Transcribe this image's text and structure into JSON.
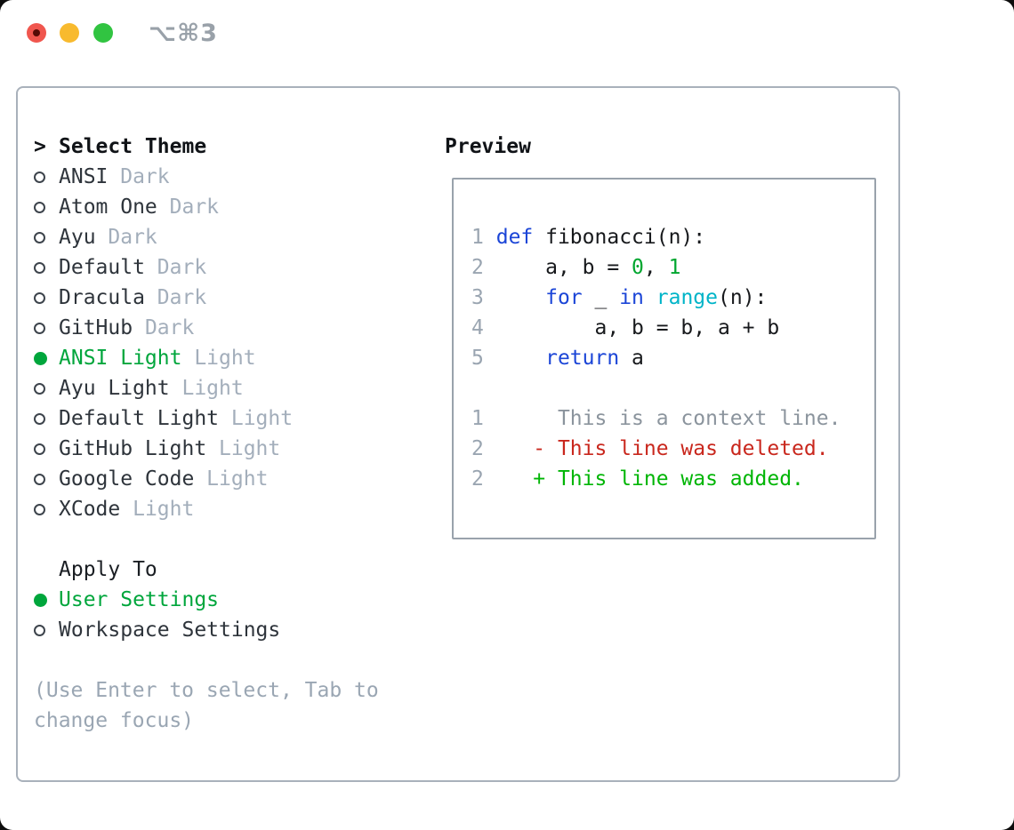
{
  "window": {
    "title": "⌥⌘3"
  },
  "theme_panel": {
    "prompt": ">",
    "header": "Select Theme",
    "items": [
      {
        "name": "ANSI",
        "tag": "Dark",
        "selected": false
      },
      {
        "name": "Atom One",
        "tag": "Dark",
        "selected": false
      },
      {
        "name": "Ayu",
        "tag": "Dark",
        "selected": false
      },
      {
        "name": "Default",
        "tag": "Dark",
        "selected": false
      },
      {
        "name": "Dracula",
        "tag": "Dark",
        "selected": false
      },
      {
        "name": "GitHub",
        "tag": "Dark",
        "selected": false
      },
      {
        "name": "ANSI Light",
        "tag": "Light",
        "selected": true
      },
      {
        "name": "Ayu Light",
        "tag": "Light",
        "selected": false
      },
      {
        "name": "Default Light",
        "tag": "Light",
        "selected": false
      },
      {
        "name": "GitHub Light",
        "tag": "Light",
        "selected": false
      },
      {
        "name": "Google Code",
        "tag": "Light",
        "selected": false
      },
      {
        "name": "XCode",
        "tag": "Light",
        "selected": false
      }
    ]
  },
  "apply_panel": {
    "header": "Apply To",
    "options": [
      {
        "label": "User Settings",
        "selected": true
      },
      {
        "label": "Workspace Settings",
        "selected": false
      }
    ]
  },
  "help_text": "(Use Enter to select, Tab to change focus)",
  "preview_panel": {
    "header": "Preview",
    "lines": [
      {
        "num": "1",
        "tokens": [
          {
            "c": "plain",
            "t": " "
          },
          {
            "c": "kw",
            "t": "def"
          },
          {
            "c": "plain",
            "t": " fibonacci(n):"
          }
        ]
      },
      {
        "num": "2",
        "tokens": [
          {
            "c": "plain",
            "t": "     a, b = "
          },
          {
            "c": "num",
            "t": "0"
          },
          {
            "c": "plain",
            "t": ", "
          },
          {
            "c": "num",
            "t": "1"
          }
        ]
      },
      {
        "num": "3",
        "tokens": [
          {
            "c": "plain",
            "t": "     "
          },
          {
            "c": "kw",
            "t": "for"
          },
          {
            "c": "plain",
            "t": " _ "
          },
          {
            "c": "kw",
            "t": "in"
          },
          {
            "c": "plain",
            "t": " "
          },
          {
            "c": "bi",
            "t": "range"
          },
          {
            "c": "plain",
            "t": "(n):"
          }
        ]
      },
      {
        "num": "4",
        "tokens": [
          {
            "c": "plain",
            "t": "         a, b = b, a + b"
          }
        ]
      },
      {
        "num": "5",
        "tokens": [
          {
            "c": "plain",
            "t": "     "
          },
          {
            "c": "kw",
            "t": "return"
          },
          {
            "c": "plain",
            "t": " a"
          }
        ]
      },
      {
        "num": "",
        "tokens": []
      },
      {
        "num": "1",
        "tokens": [
          {
            "c": "ctx",
            "t": "      This is a context line."
          }
        ]
      },
      {
        "num": "2",
        "tokens": [
          {
            "c": "del",
            "t": "    - This line was deleted."
          }
        ]
      },
      {
        "num": "2",
        "tokens": [
          {
            "c": "add",
            "t": "    + This line was added."
          }
        ]
      }
    ]
  },
  "colors": {
    "accent_green": "#00a63c",
    "added_green": "#00b505",
    "deleted_red": "#c9271d",
    "keyword_blue": "#1b45d7",
    "builtin_cyan": "#00b4c8",
    "number_green": "#00a62f",
    "muted_gray": "#a3aebb",
    "line_number_gray": "#9aa5b1",
    "border_gray": "#a9b1bb",
    "traffic_red": "#f0564e",
    "traffic_yellow": "#f8ba2e",
    "traffic_green": "#31c441"
  }
}
